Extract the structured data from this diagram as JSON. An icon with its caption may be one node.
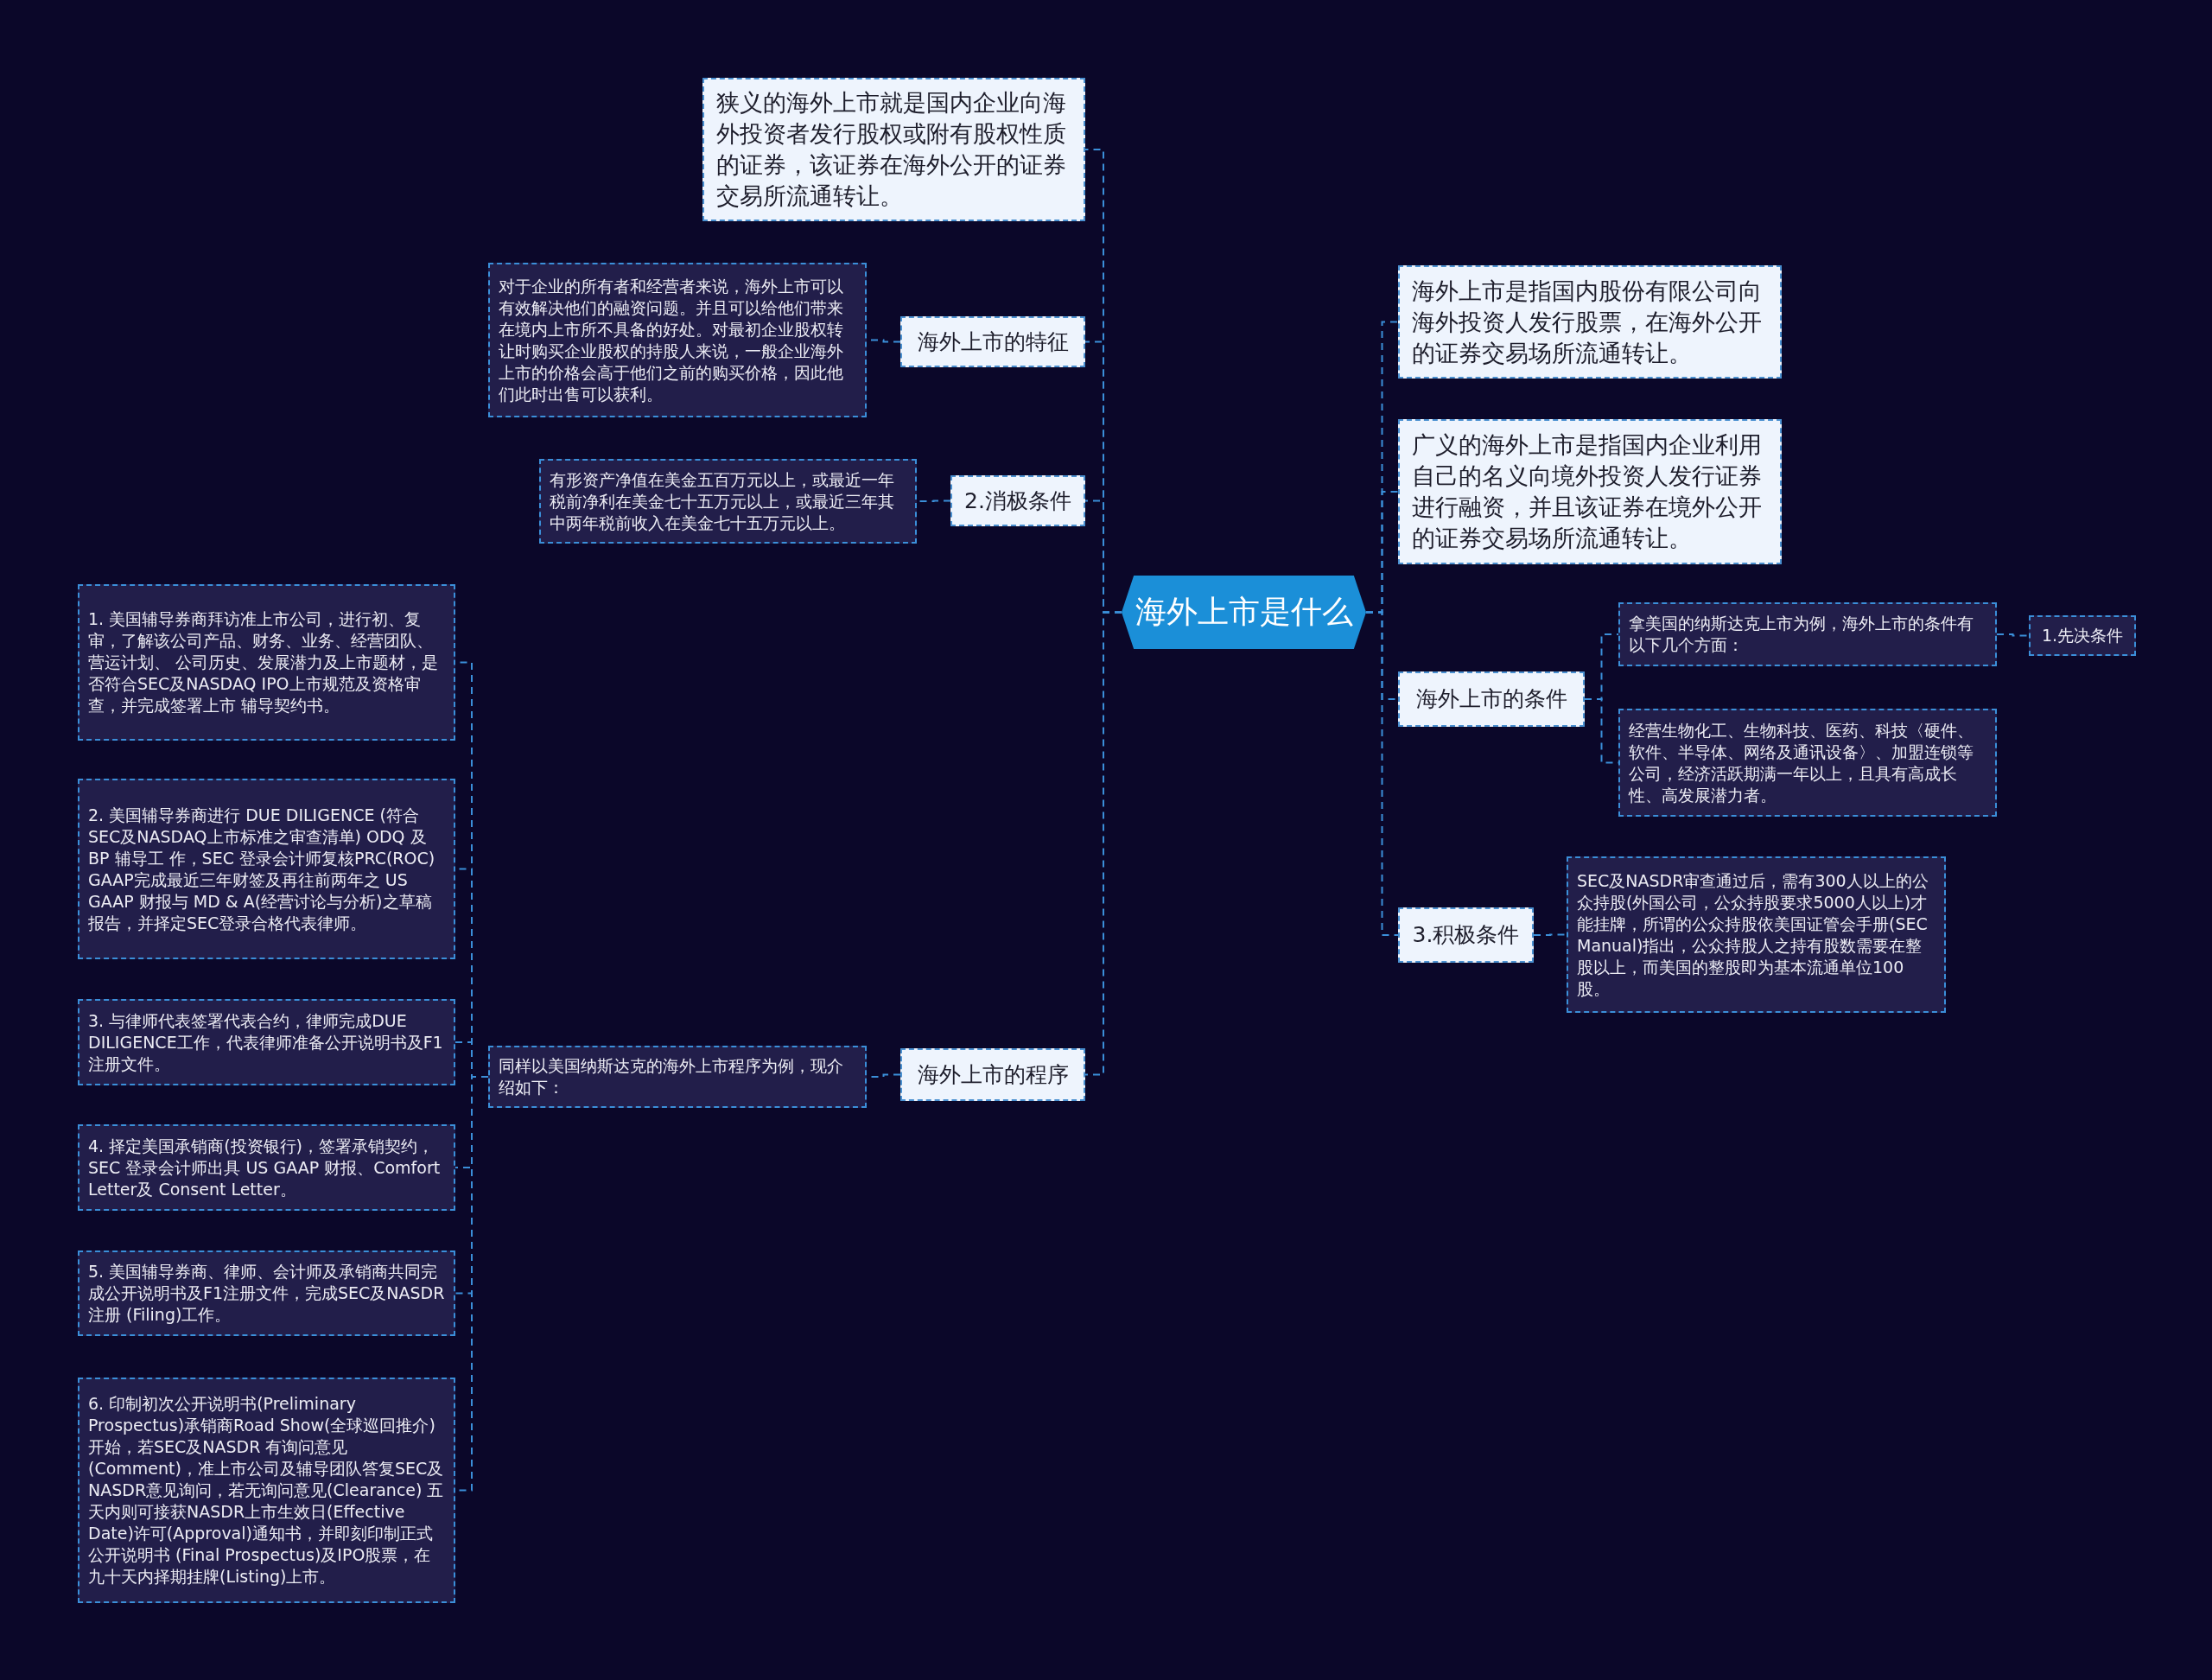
{
  "diagram": {
    "nodes": [
      {
        "text": [
          "海外上市是什么"
        ]
      },
      {
        "text": [
          "狭义的海外上市就是国内企业向海外投资者发行股权或附有股权性质的证券，该证券在海外公开的证券交易所流通转让。"
        ]
      },
      {
        "text": [
          "海外上市的特征"
        ]
      },
      {
        "text": [
          "对于企业的所有者和经营者来说，海外上市可以有效解决他们的融资问题。并且可以给他们带来在境内上市所不具备的好处。对最初企业股权转让时购买企业股权的持股人来说，一般企业海外上市的价格会高于他们之前的购买价格，因此他们此时出售可以获利。"
        ]
      },
      {
        "text": [
          "2.消极条件"
        ]
      },
      {
        "text": [
          "有形资产净值在美金五百万元以上，或最近一年税前净利在美金七十五万元以上，或最近三年其中两年税前收入在美金七十五万元以上。"
        ]
      },
      {
        "text": [
          "海外上市的程序"
        ]
      },
      {
        "text": [
          "同样以美国纳斯达克的海外上市程序为例，现介绍如下："
        ]
      },
      {
        "text": [
          "1. 美国辅导券商拜访准上市公司，进行初、复审，了解该公司产品、财务、业务、经营团队、营运计划、 公司历史、发展潜力及上市题材，是否符合SEC及NASDAQ IPO上市规范及资格审查，并完成签署上市 辅导契约书。"
        ]
      },
      {
        "text": [
          "2. 美国辅导券商进行 DUE DILIGENCE (符合SEC及NASDAQ上市标准之审查清单) ODQ 及 BP 辅导工 作，SEC 登录会计师复核PRC(ROC) GAAP完成最近三年财签及再往前两年之 US GAAP 财报与 MD & A(经营讨论与分析)之草稿报告，并择定SEC登录合格代表律师。"
        ]
      },
      {
        "text": [
          "3. 与律师代表签署代表合约，律师完成DUE DILIGENCE工作，代表律师准备公开说明书及F1注册文件。"
        ]
      },
      {
        "text": [
          "4. 择定美国承销商(投资银行)，签署承销契约，SEC 登录会计师出具 US GAAP 财报、Comfort Letter及 Consent Letter。"
        ]
      },
      {
        "text": [
          "5. 美国辅导券商、律师、会计师及承销商共同完成公开说明书及F1注册文件，完成SEC及NASDR注册 (Filing)工作。"
        ]
      },
      {
        "text": [
          "6. 印制初次公开说明书(Preliminary Prospectus)承销商Road Show(全球巡回推介)开始，若SEC及NASDR 有询问意见(Comment)，准上市公司及辅导团队答复SEC及NASDR意见询问，若无询问意见(Clearance) 五天内则可接获NASDR上市生效日(Effective Date)许可(Approval)通知书，并即刻印制正式公开说明书 (Final Prospectus)及IPO股票，在九十天内择期挂牌(Listing)上市。"
        ]
      },
      {
        "text": [
          "海外上市是指国内股份有限公司向海外投资人发行股票，在海外公开的证券交易场所流通转让。"
        ]
      },
      {
        "text": [
          "广义的海外上市是指国内企业利用自己的名义向境外投资人发行证券进行融资，并且该证券在境外公开的证券交易场所流通转让。"
        ]
      },
      {
        "text": [
          "海外上市的条件"
        ]
      },
      {
        "text": [
          "拿美国的纳斯达克上市为例，海外上市的条件有以下几个方面："
        ]
      },
      {
        "text": [
          "1.先决条件"
        ]
      },
      {
        "text": [
          "经营生物化工、生物科技、医药、科技〈硬件、软件、半导体、网络及通讯设备〉、加盟连锁等公司，经济活跃期满一年以上，且具有高成长性、高发展潜力者。"
        ]
      },
      {
        "text": [
          "3.积极条件"
        ]
      },
      {
        "text": [
          "SEC及NASDR审查通过后，需有300人以上的公众持股(外国公司，公众持股要求5000人以上)才能挂牌，所谓的公众持股依美国证管会手册(SEC Manual)指出，公众持股人之持有股数需要在整股以上，而美国的整股即为基本流通单位100股。"
        ]
      }
    ],
    "edges": [
      {
        "from": 0,
        "to": 1,
        "arrow": "none"
      },
      {
        "from": 0,
        "to": 2,
        "arrow": "none"
      },
      {
        "from": 2,
        "to": 3,
        "arrow": "none"
      },
      {
        "from": 0,
        "to": 4,
        "arrow": "none"
      },
      {
        "from": 4,
        "to": 5,
        "arrow": "none"
      },
      {
        "from": 0,
        "to": 6,
        "arrow": "none"
      },
      {
        "from": 6,
        "to": 7,
        "arrow": "none"
      },
      {
        "from": 7,
        "to": 8,
        "arrow": "none"
      },
      {
        "from": 7,
        "to": 9,
        "arrow": "none"
      },
      {
        "from": 7,
        "to": 10,
        "arrow": "none"
      },
      {
        "from": 7,
        "to": 11,
        "arrow": "none"
      },
      {
        "from": 7,
        "to": 12,
        "arrow": "none"
      },
      {
        "from": 7,
        "to": 13,
        "arrow": "none"
      },
      {
        "from": 0,
        "to": 14,
        "arrow": "none"
      },
      {
        "from": 0,
        "to": 15,
        "arrow": "none"
      },
      {
        "from": 0,
        "to": 16,
        "arrow": "none"
      },
      {
        "from": 16,
        "to": 17,
        "arrow": "none"
      },
      {
        "from": 17,
        "to": 18,
        "arrow": "none"
      },
      {
        "from": 16,
        "to": 19,
        "arrow": "none"
      },
      {
        "from": 0,
        "to": 20,
        "arrow": "none"
      },
      {
        "from": 20,
        "to": 21,
        "arrow": "none"
      }
    ]
  }
}
